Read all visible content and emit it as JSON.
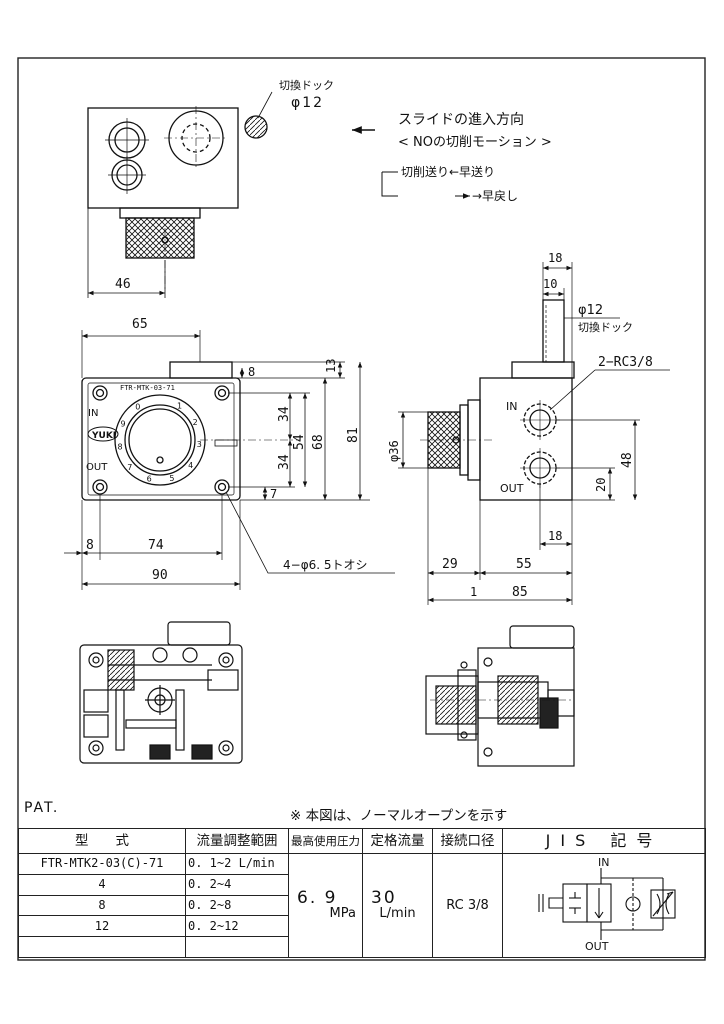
{
  "top_view": {
    "dog_label": "切換ドック",
    "dog_diameter": "φ12",
    "slide_direction_title": "スライドの進入方向",
    "slide_mode": "< NOの切削モーション >",
    "sequence_line1": "切削送り←早送り",
    "sequence_line2": "→早戻し",
    "dim_46": "46"
  },
  "front_view": {
    "nameplate": "FTR-MTK-03-71",
    "brand": "YUKI",
    "port_in": "IN",
    "port_out": "OUT",
    "dial_numbers": [
      "1",
      "2",
      "3",
      "4",
      "5",
      "6",
      "7",
      "8",
      "9",
      "0"
    ],
    "dim_65": "65",
    "dim_8_top": "8",
    "dim_13": "13",
    "dim_34a": "34",
    "dim_34b": "34",
    "dim_54": "54",
    "dim_68": "68",
    "dim_81": "81",
    "dim_7": "7",
    "dim_8_left": "8",
    "dim_74": "74",
    "dim_90": "90",
    "hole_note": "4−φ6. 5トオシ"
  },
  "side_view": {
    "dim_18_top": "18",
    "dim_10": "10",
    "dog_diameter": "φ12",
    "dog_label": "切換ドック",
    "port_note": "2−RC3/8",
    "port_in": "IN",
    "port_out": "OUT",
    "dim_36": "φ36",
    "dim_48": "48",
    "dim_20": "20",
    "dim_18_bottom": "18",
    "dim_29": "29",
    "dim_55": "55",
    "dim_1": "1",
    "dim_85": "85"
  },
  "notes": {
    "pat": "PAT.",
    "remark": "※ 本図は、ノーマルオープンを示す"
  },
  "spec_table": {
    "headers": [
      "型　　式",
      "流量調整範囲",
      "最高使用圧力",
      "定格流量",
      "接続口径",
      "JIS 記号"
    ],
    "rows": [
      {
        "model": "FTR-MTK2-03(C)-71",
        "range": "0. 1~2 L/min"
      },
      {
        "model": "4",
        "range": "0. 2~4"
      },
      {
        "model": "8",
        "range": "0. 2~8"
      },
      {
        "model": "12",
        "range": "0. 2~12"
      }
    ],
    "pressure_value": "6. 9",
    "pressure_unit": "MPa",
    "flow_value": "30",
    "flow_unit": "L/min",
    "port_size": "RC 3/8",
    "jis_in": "IN",
    "jis_out": "OUT"
  }
}
